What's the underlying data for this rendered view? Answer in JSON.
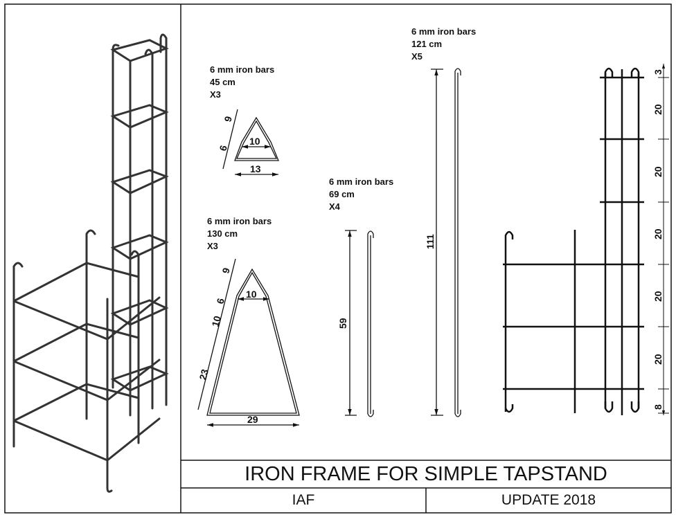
{
  "parts": [
    {
      "spec": "6 mm iron bars",
      "length": "45 cm",
      "qty": "X3",
      "dims": [
        "9",
        "6",
        "10",
        "13"
      ]
    },
    {
      "spec": "6 mm iron bars",
      "length": "130 cm",
      "qty": "X3",
      "dims": [
        "9",
        "6",
        "10",
        "23",
        "10",
        "29"
      ]
    },
    {
      "spec": "6 mm iron bars",
      "length": "69 cm",
      "qty": "X4",
      "dims": [
        "59"
      ]
    },
    {
      "spec": "6 mm iron bars",
      "length": "121 cm",
      "qty": "X5",
      "dims": [
        "111"
      ]
    }
  ],
  "elevation_dims": [
    "3",
    "20",
    "20",
    "20",
    "20",
    "20",
    "8"
  ],
  "title_block": {
    "title": "IRON FRAME FOR SIMPLE TAPSTAND",
    "author": "IAF",
    "revision": "UPDATE 2018"
  }
}
